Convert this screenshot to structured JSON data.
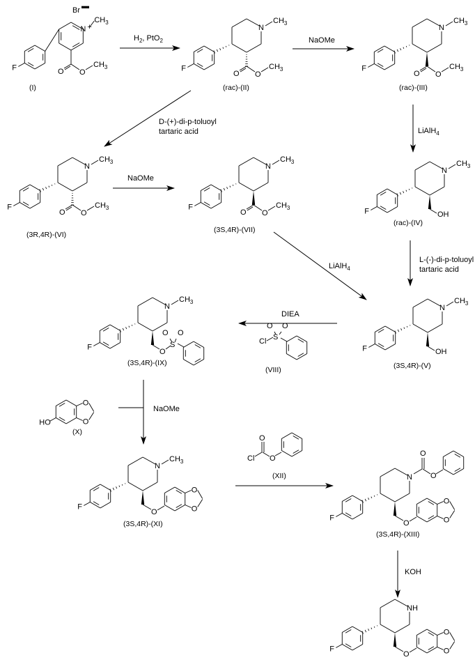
{
  "title": "Synthesis scheme of paroxetine",
  "compounds": {
    "I": {
      "label": "(I)",
      "counterion": "Br",
      "charge": "-",
      "n_charge": "+"
    },
    "rac_II": {
      "label": "(rac)-(II)"
    },
    "rac_III": {
      "label": "(rac)-(III)"
    },
    "rac_IV": {
      "label": "(rac)-(IV)"
    },
    "V": {
      "label": "(3S,4R)-(V)"
    },
    "VI": {
      "label": "(3R,4R)-(VI)"
    },
    "VII": {
      "label": "(3S,4R)-(VII)"
    },
    "VIII": {
      "label": "(VIII)"
    },
    "IX": {
      "label": "(3S,4R)-(IX)"
    },
    "X": {
      "label": "(X)"
    },
    "XI": {
      "label": "(3S,4R)-(XI)"
    },
    "XII": {
      "label": "(XII)"
    },
    "XIII": {
      "label": "(3S,4R)-(XIII)"
    },
    "final": {
      "label": ""
    }
  },
  "atoms": {
    "F": "F",
    "N": "N",
    "NH": "NH",
    "O": "O",
    "OH": "OH",
    "CH3": "CH",
    "sub3": "3",
    "S": "S",
    "Cl": "Cl",
    "HO": "HO",
    "Br": "Br"
  },
  "reagents": {
    "step1": {
      "text": "H",
      "sub1": "2",
      "text2": ", PtO",
      "sub2": "2"
    },
    "step2": "NaOMe",
    "step3": {
      "text": "LiAlH",
      "sub": "4"
    },
    "step4": {
      "line1": "D-(+)-di-p-toluoyl",
      "line2": "tartaric acid"
    },
    "step5": "NaOMe",
    "step6": {
      "text": "LiAlH",
      "sub": "4"
    },
    "step7": {
      "line1": "L-(-)-di-p-toluoyl",
      "line2": "tartaric acid"
    },
    "step8": "DIEA",
    "step9": "NaOMe",
    "step11": "KOH"
  }
}
